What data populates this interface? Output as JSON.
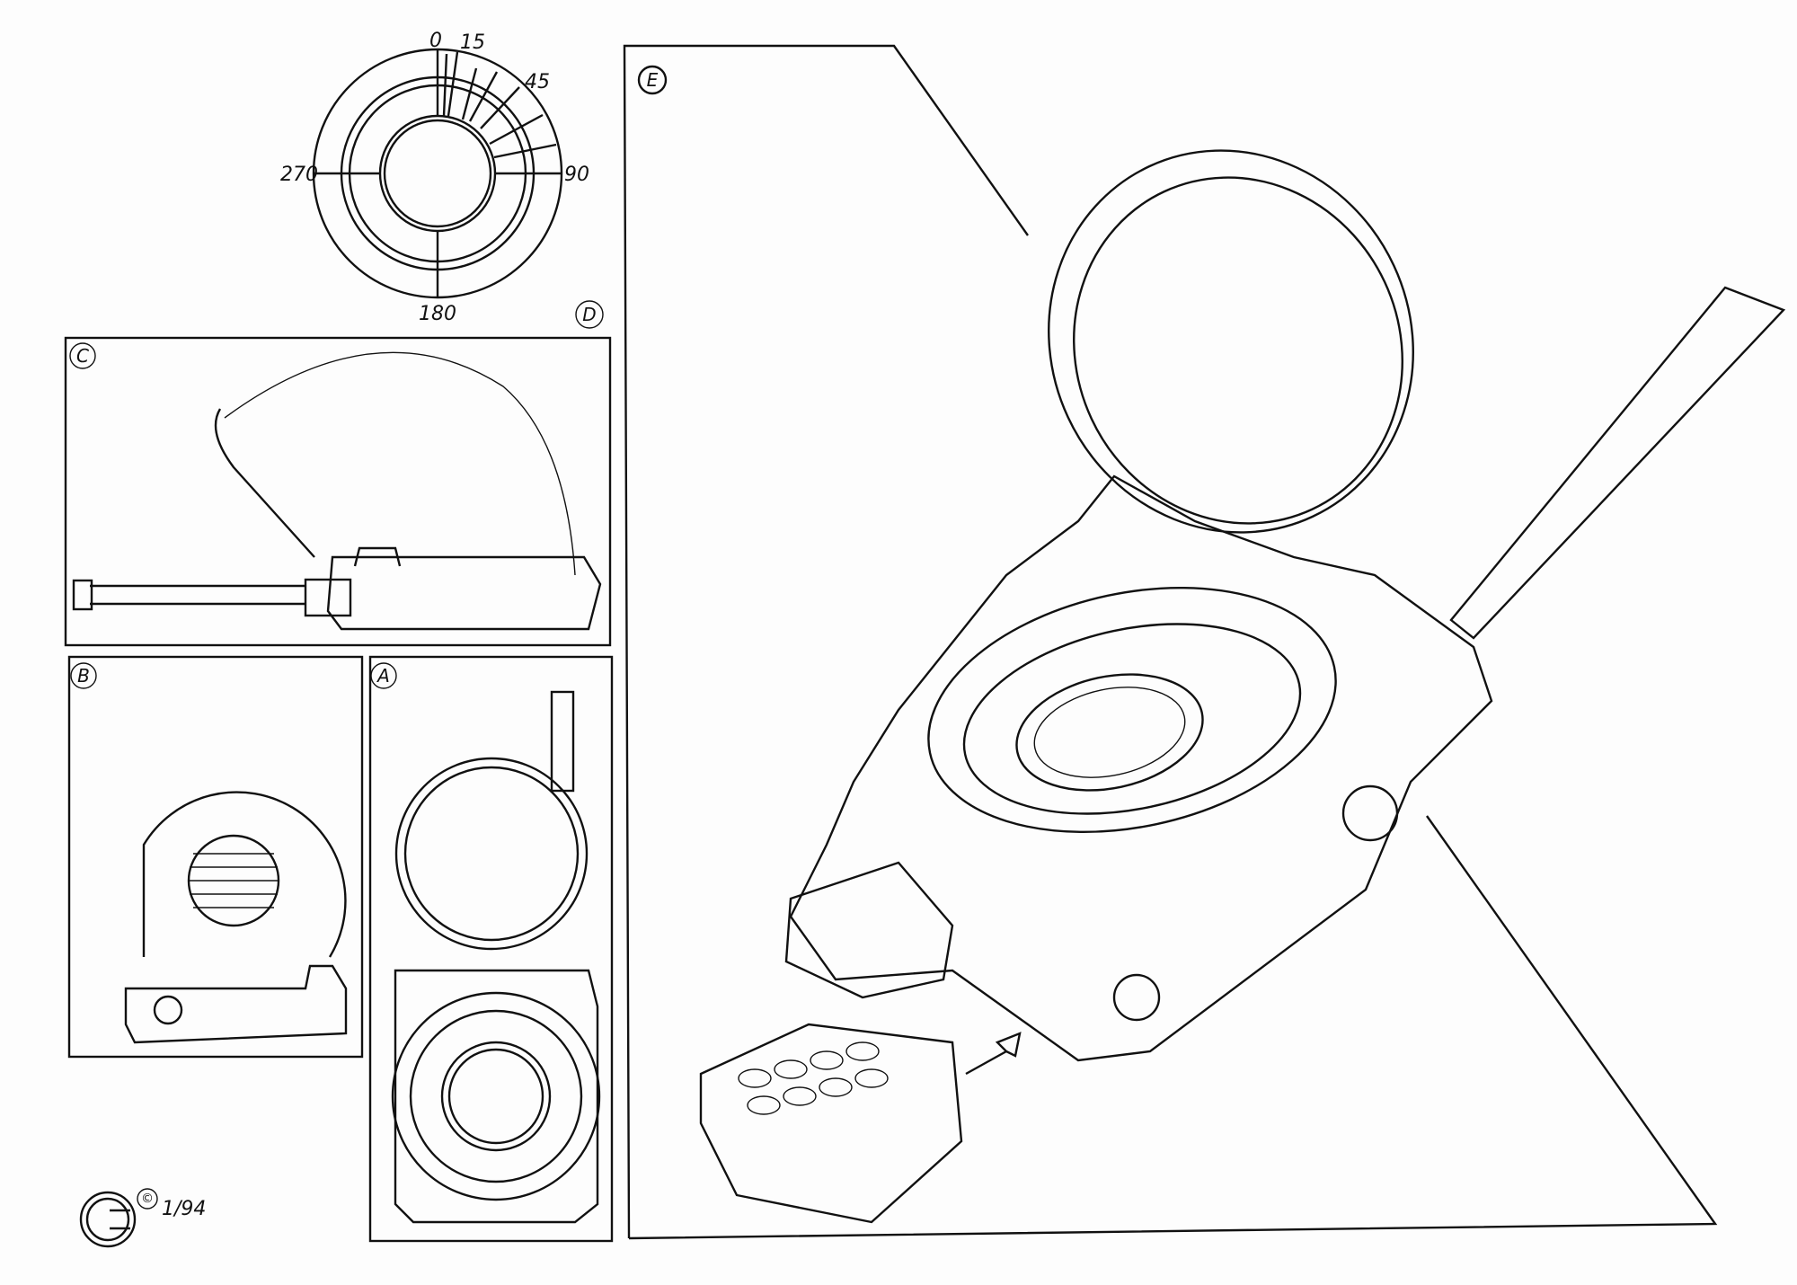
{
  "dial": {
    "ticks": [
      "0",
      "15",
      "45",
      "90",
      "180",
      "270"
    ]
  },
  "panels": {
    "a": "A",
    "b": "B",
    "c": "C",
    "d": "D",
    "e": "E"
  },
  "signature": {
    "copyright": "©",
    "date": "1/94"
  }
}
